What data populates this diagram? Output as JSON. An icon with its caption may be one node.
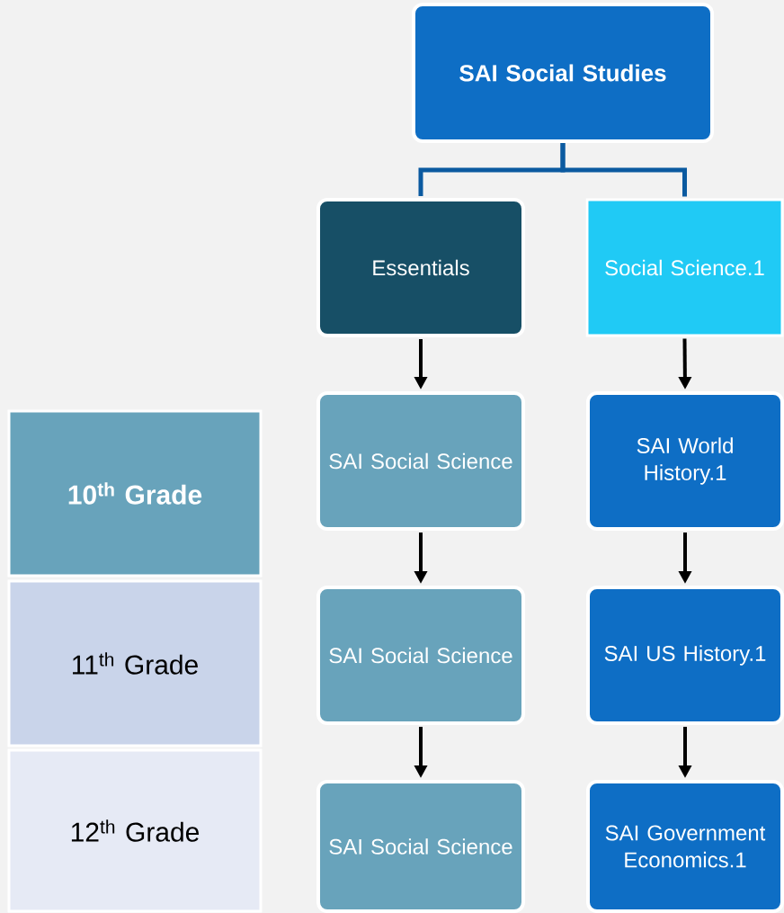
{
  "diagram": {
    "nodes": [
      {
        "text": [
          "SAI Social Studies"
        ]
      },
      {
        "text": [
          "Essentials"
        ]
      },
      {
        "text": [
          "Social Science.1"
        ]
      },
      {
        "text": [
          "SAI Social Science"
        ]
      },
      {
        "text": [
          "SAI World History.1"
        ]
      },
      {
        "text": [
          "10$^{th}$ Grade"
        ]
      },
      {
        "text": [
          "SAI Social Science"
        ]
      },
      {
        "text": [
          "SAI US History.1"
        ]
      },
      {
        "text": [
          "11$^{th}$ Grade"
        ]
      },
      {
        "text": [
          "SAI Social Science"
        ]
      },
      {
        "text": [
          "SAI Government Economics.1"
        ]
      },
      {
        "text": [
          "12$^{th}$ Grade"
        ]
      }
    ],
    "edges": [
      {
        "from": 0,
        "to": 1,
        "arrow": "none",
        "color": "#0b5aa0"
      },
      {
        "from": 0,
        "to": 2,
        "arrow": "none",
        "color": "#0b5aa0"
      },
      {
        "from": 1,
        "to": 3,
        "arrow": "to"
      },
      {
        "from": 3,
        "to": 6,
        "arrow": "to"
      },
      {
        "from": 6,
        "to": 9,
        "arrow": "to"
      },
      {
        "from": 2,
        "to": 4,
        "arrow": "to"
      },
      {
        "from": 4,
        "to": 7,
        "arrow": "to"
      },
      {
        "from": 7,
        "to": 10,
        "arrow": "to"
      }
    ]
  }
}
